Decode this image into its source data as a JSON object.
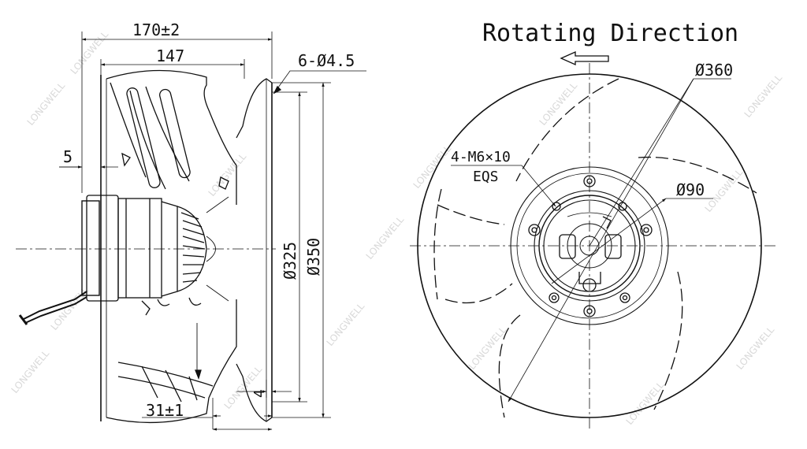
{
  "side_view": {
    "overall_length": "170±2",
    "body_length": "147",
    "offset": "5",
    "mount_holes": "6-Ø4.5",
    "diameter_inner": "Ø325",
    "diameter_outer": "Ø350",
    "flange_thickness": "4",
    "inlet_depth": "31±1"
  },
  "front_view": {
    "title": "Rotating Direction",
    "impeller_diameter": "Ø360",
    "hub_diameter": "Ø90",
    "threaded_holes": "4-M6×10",
    "threaded_holes_note": "EQS"
  },
  "watermark": "LONGWELL",
  "colors": {
    "line": "#111111",
    "watermark": "#c9c9c9"
  }
}
